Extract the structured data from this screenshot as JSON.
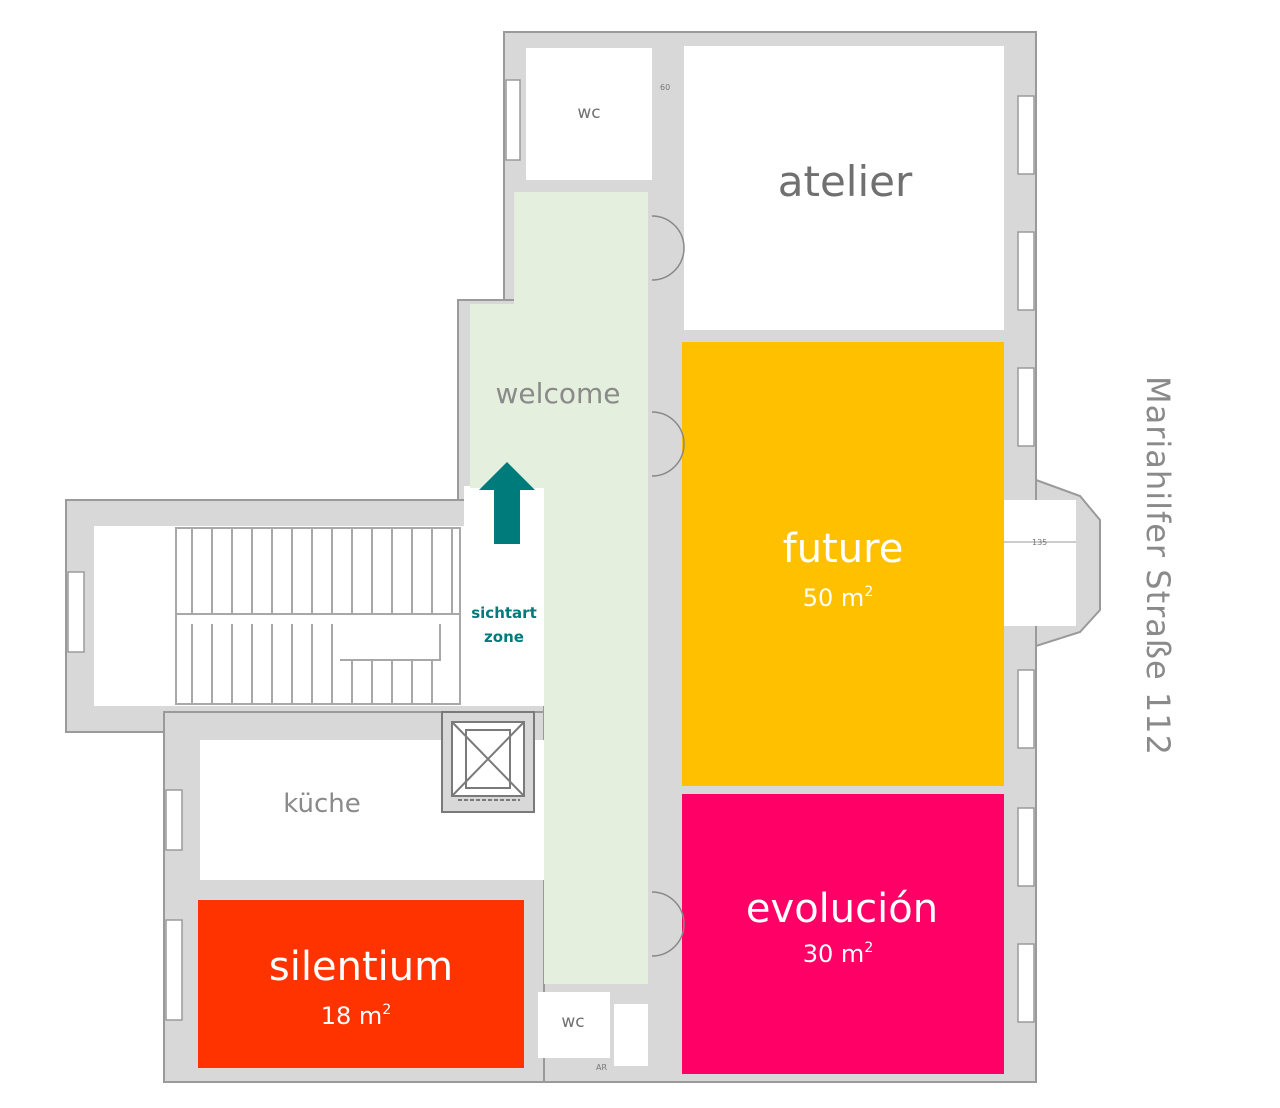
{
  "rooms": {
    "wc_top": {
      "label": "wc"
    },
    "atelier": {
      "label": "atelier"
    },
    "welcome": {
      "label": "welcome"
    },
    "future": {
      "label": "future",
      "area": "50 m",
      "area_sup": "2",
      "color": "#FFC000"
    },
    "evolucion": {
      "label": "evolución",
      "area": "30 m",
      "area_sup": "2",
      "color": "#FF0066"
    },
    "silentium": {
      "label": "silentium",
      "area": "18 m",
      "area_sup": "2",
      "color": "#FF3300"
    },
    "kueche": {
      "label": "küche"
    },
    "wc_bottom": {
      "label": "wc"
    }
  },
  "zone": {
    "line1": "sichtart",
    "line2": "zone",
    "color": "#007B7B"
  },
  "corridor_color": "#E4F0DD",
  "wall_color": "#D8D8D8",
  "street_label": "Mariahilfer  Straße 112",
  "dimensions": {
    "top": "60",
    "bay": "135",
    "bottom": "AR"
  },
  "icons": {
    "arrow": "arrow-up-icon",
    "elevator": "elevator-icon",
    "stairs": "stairs-icon",
    "door": "door-swing-icon"
  }
}
